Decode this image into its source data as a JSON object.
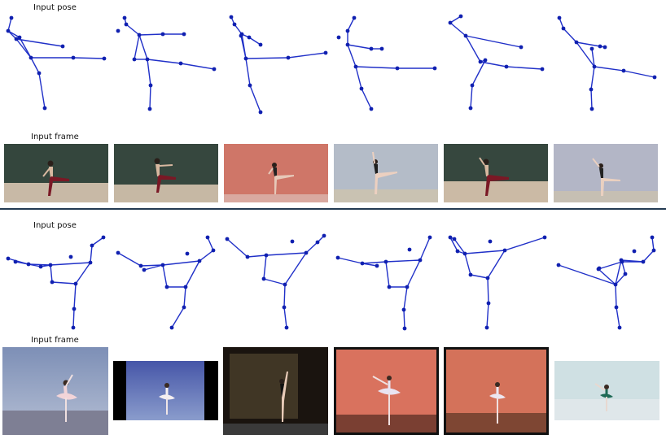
{
  "panels": [
    {
      "pose_label": "Input pose",
      "frame_label": "Input frame"
    },
    {
      "pose_label": "Input pose",
      "frame_label": "Input frame"
    }
  ],
  "colors": {
    "skeleton": "#2030c8",
    "joint": "#1020b0",
    "separator": "#233a52"
  }
}
